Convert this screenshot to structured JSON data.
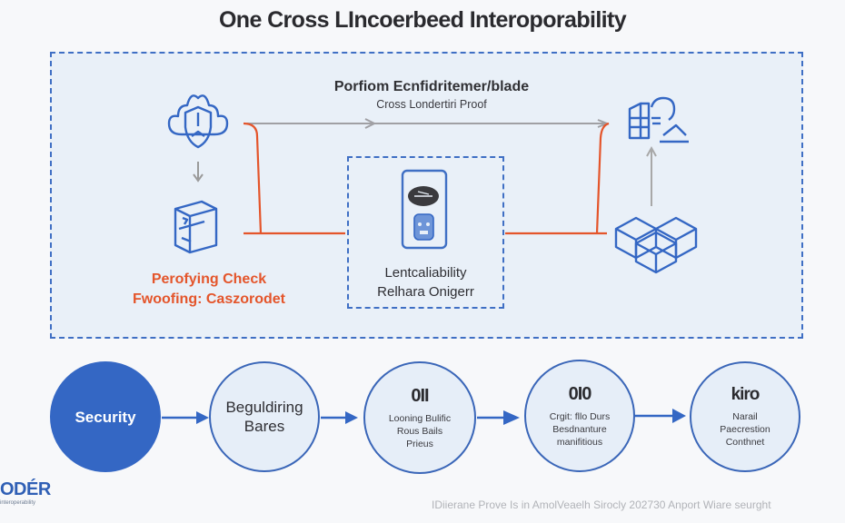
{
  "title": "One Cross LIncoerbeed Interoporability",
  "panel": {
    "subtitle": "Porfiom Ecnfidritemer/blade",
    "caption": "Cross Londertiri Proof",
    "orange_label_line1": "Perofying Check",
    "orange_label_line2": "Fwoofing: Caszorodet",
    "center_label_line1": "Lentcaliability",
    "center_label_line2": "Relhara Onigerr",
    "icons": {
      "top_left": "cloud-shield-icon",
      "bottom_left": "package-box-icon",
      "center": "mobile-device-icon",
      "top_right": "building-user-icon",
      "bottom_right": "cubes-icon"
    }
  },
  "flow": [
    {
      "label_line1": "Security",
      "label_line2": "",
      "label_line3": "",
      "icon_text": "",
      "style": "filled"
    },
    {
      "label_line1": "Beguldiring",
      "label_line2": "Bares",
      "label_line3": "",
      "icon_text": "",
      "style": "outline"
    },
    {
      "label_line1": "Looning Bulific",
      "label_line2": "Rous Bails",
      "label_line3": "Prieus",
      "icon_text": "0II",
      "style": "outline"
    },
    {
      "label_line1": "Crgit: fllo Durs",
      "label_line2": "Besdnanture",
      "label_line3": "manifitious",
      "icon_text": "0I0",
      "style": "outline"
    },
    {
      "label_line1": "Narail",
      "label_line2": "Paecrestion",
      "label_line3": "Conthnet",
      "icon_text": "kiro",
      "style": "outline"
    }
  ],
  "logo": {
    "name": "ODÉR",
    "tagline": "interoperability"
  },
  "footer": "IDiierane Prove Is in AmolVeaelh Sirocly 202730 Anport Wiare seurght",
  "colors": {
    "accent_blue": "#3467c4",
    "orange": "#e4552b",
    "panel_bg": "#e9f0f8",
    "arrow_gray": "#9a9a9a"
  }
}
